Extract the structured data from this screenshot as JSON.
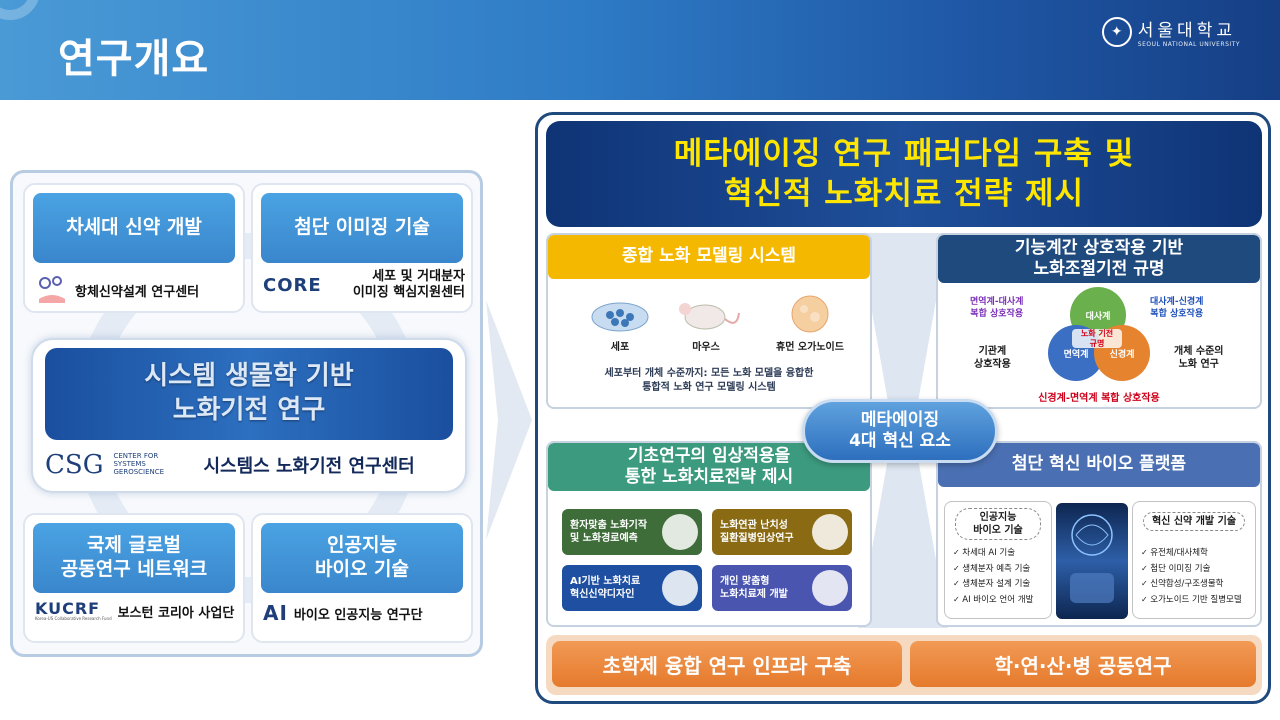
{
  "header": {
    "title": "연구개요",
    "university_ko": "서울대학교",
    "university_en": "SEOUL NATIONAL UNIVERSITY"
  },
  "left": {
    "cards": {
      "drug": {
        "title": "차세대 신약 개발",
        "center": "항체신약설계 연구센터"
      },
      "imaging": {
        "title": "첨단 이미징 기술",
        "logo": "CORE",
        "center_line1": "세포 및 거대분자",
        "center_line2": "이미징 핵심지원센터"
      },
      "global": {
        "title_line1": "국제 글로벌",
        "title_line2": "공동연구 네트워크",
        "logo": "KUCRF",
        "logo_sub": "Korea-US Collaborative Research Fund",
        "center": "보스턴 코리아 사업단"
      },
      "ai": {
        "title_line1": "인공지능",
        "title_line2": "바이오 기술",
        "logo": "AI",
        "center": "바이오 인공지능 연구단"
      }
    },
    "core": {
      "title_line1": "시스템 생물학 기반",
      "title_line2": "노화기전 연구",
      "logo": "CSG",
      "logo_sub_line1": "CENTER FOR",
      "logo_sub_line2": "SYSTEMS",
      "logo_sub_line3": "GEROSCIENCE",
      "center_name": "시스템스 노화기전 연구센터"
    }
  },
  "right": {
    "banner_line1": "메타에이징 연구 패러다임 구축 및",
    "banner_line2": "혁신적 노화치료 전략 제시",
    "center_badge_line1": "메타에이징",
    "center_badge_line2": "4대 혁신 요소",
    "q1": {
      "title": "종합 노화 모델링 시스템",
      "organisms": [
        "세포",
        "마우스",
        "휴먼 오가노이드"
      ],
      "desc_line1": "세포부터 개체 수준까지: 모든 노화 모델을 융합한",
      "desc_line2": "통합적 노화 연구 모델링 시스템"
    },
    "q2": {
      "title_line1": "기능계간 상호작용 기반",
      "title_line2": "노화조절기전 규명",
      "venn_top": "대사계",
      "venn_left": "면역계",
      "venn_right": "신경계",
      "venn_center_line1": "노화 기전",
      "venn_center_line2": "규명",
      "label_tl_line1": "면역계-대사계",
      "label_tl_line2": "복합 상호작용",
      "label_tr_line1": "대사계-신경계",
      "label_tr_line2": "복합 상호작용",
      "label_bottom": "신경계-면역계 복합 상호작용",
      "label_left_line1": "기관계",
      "label_left_line2": "상호작용",
      "label_right_line1": "개체 수준의",
      "label_right_line2": "노화 연구"
    },
    "q3": {
      "title_line1": "기초연구의 임상적용을",
      "title_line2": "통한 노화치료전략 제시",
      "tiles": [
        {
          "line1": "환자맞춤 노화기작",
          "line2": "및 노화경로예측"
        },
        {
          "line1": "노화연관 난치성",
          "line2": "질환질병임상연구"
        },
        {
          "line1": "AI기반 노화치료",
          "line2": "혁신신약디자인"
        },
        {
          "line1": "개인 맞춤형",
          "line2": "노화치료제 개발"
        }
      ]
    },
    "q4": {
      "title": "첨단 혁신 바이오 플랫폼",
      "ai_box_title_line1": "인공지능",
      "ai_box_title_line2": "바이오 기술",
      "ai_items": [
        "차세대 AI 기술",
        "생체분자 예측 기술",
        "생체분자 설계 기술",
        "AI 바이오 언어 개발"
      ],
      "drug_box_title": "혁신 신약 개발 기술",
      "drug_items": [
        "유전체/대사체학",
        "첨단 이미징 기술",
        "신약합성/구조생물학",
        "오가노이드 기반 질병모델"
      ]
    },
    "bottom": {
      "left": "초학제 융합 연구 인프라 구축",
      "right": "학·연·산·병 공동연구"
    }
  },
  "colors": {
    "header_blue": "#2f7cc6",
    "banner_navy": "#0f3476",
    "banner_text": "#ffe600",
    "q1_header": "#f5b800",
    "q2_header": "#1f4a7e",
    "q3_header": "#3c9a7e",
    "q4_header": "#4a6fb2",
    "accent_orange": "#e57a2c"
  }
}
